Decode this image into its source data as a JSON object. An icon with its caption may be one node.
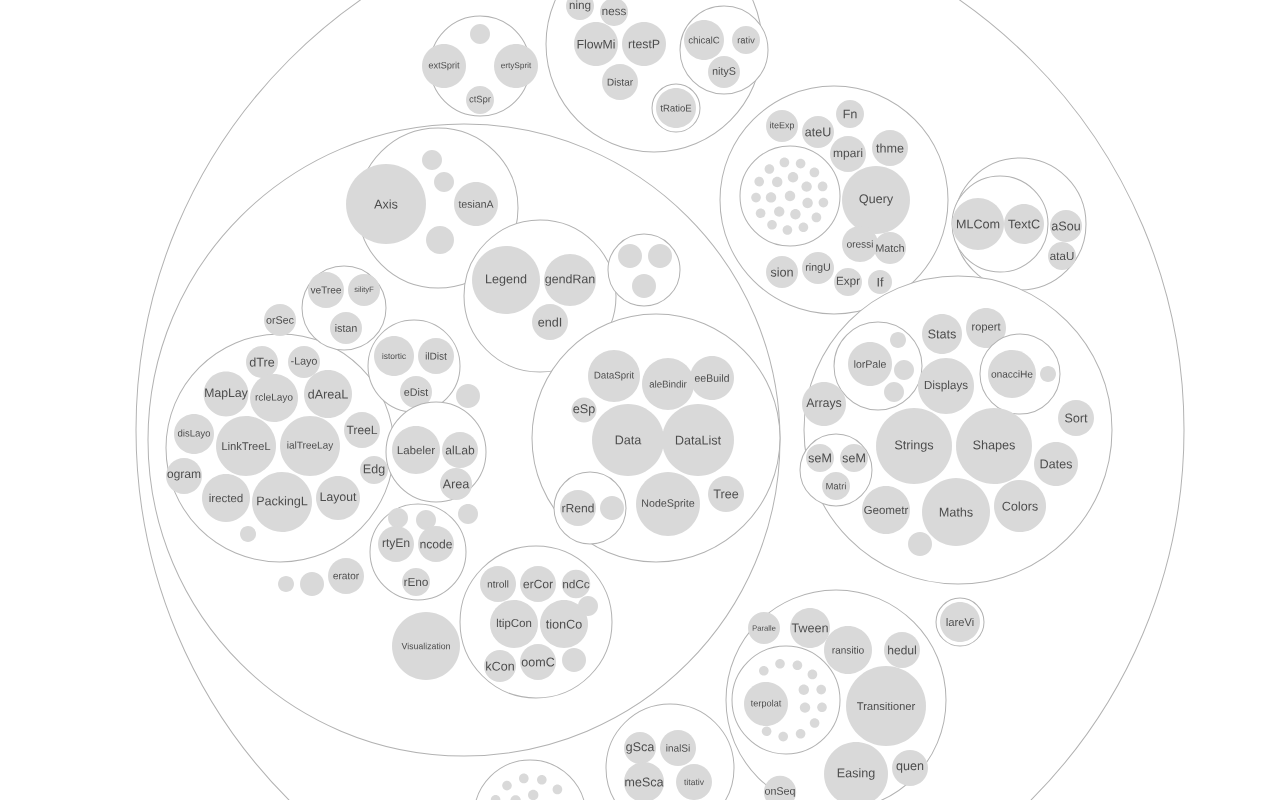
{
  "diagram": {
    "nodes": [
      {
        "text": [],
        "shape": "circle"
      },
      {
        "text": [],
        "shape": "circle",
        "in": 0
      },
      {
        "text": [],
        "shape": "circle",
        "in": 1
      },
      {
        "text": [
          "Axis"
        ],
        "in": 2
      },
      {
        "text": [
          "tesianA"
        ],
        "in": 2
      },
      {
        "text": [],
        "shape": "circle",
        "in": 2
      },
      {
        "text": [],
        "shape": "circle",
        "in": 2
      },
      {
        "text": [],
        "shape": "circle",
        "in": 2
      },
      {
        "text": [],
        "shape": "circle",
        "in": 1
      },
      {
        "text": [
          "Legend"
        ],
        "in": 8
      },
      {
        "text": [
          "gendRan"
        ],
        "in": 8
      },
      {
        "text": [
          "endI"
        ],
        "in": 8
      },
      {
        "text": [],
        "shape": "circle",
        "in": 1
      },
      {
        "text": [],
        "shape": "circle",
        "in": 12
      },
      {
        "text": [],
        "shape": "circle",
        "in": 12
      },
      {
        "text": [],
        "shape": "circle",
        "in": 12
      },
      {
        "text": [],
        "shape": "circle",
        "in": 1
      },
      {
        "text": [
          "dTre"
        ],
        "in": 16
      },
      {
        "text": [
          "-Layo"
        ],
        "in": 16
      },
      {
        "text": [
          "MapLay"
        ],
        "in": 16
      },
      {
        "text": [
          "rcleLayo"
        ],
        "in": 16
      },
      {
        "text": [
          "dAreaL"
        ],
        "in": 16
      },
      {
        "text": [
          "disLayo"
        ],
        "in": 16
      },
      {
        "text": [
          "LinkTreeL"
        ],
        "in": 16
      },
      {
        "text": [
          "ialTreeLay"
        ],
        "in": 16
      },
      {
        "text": [
          "TreeL"
        ],
        "in": 16
      },
      {
        "text": [
          "ogram"
        ],
        "in": 16
      },
      {
        "text": [
          "irected"
        ],
        "in": 16
      },
      {
        "text": [
          "PackingL"
        ],
        "in": 16
      },
      {
        "text": [
          "Layout"
        ],
        "in": 16
      },
      {
        "text": [
          "Edg"
        ],
        "in": 16
      },
      {
        "text": [],
        "shape": "circle",
        "in": 16
      },
      {
        "text": [
          "orSec"
        ],
        "in": 1
      },
      {
        "text": [],
        "shape": "circle",
        "in": 1
      },
      {
        "text": [
          "veTree"
        ],
        "in": 33
      },
      {
        "text": [
          "silityF"
        ],
        "in": 33
      },
      {
        "text": [
          "istan"
        ],
        "in": 33
      },
      {
        "text": [],
        "shape": "circle",
        "in": 1
      },
      {
        "text": [
          "istortic"
        ],
        "in": 37
      },
      {
        "text": [
          "ilDist"
        ],
        "in": 37
      },
      {
        "text": [
          "eDist"
        ],
        "in": 37
      },
      {
        "text": [],
        "shape": "circle",
        "in": 1
      },
      {
        "text": [],
        "shape": "circle",
        "in": 1
      },
      {
        "text": [
          "Labeler"
        ],
        "in": 42
      },
      {
        "text": [
          "alLab"
        ],
        "in": 42
      },
      {
        "text": [
          "Area"
        ],
        "in": 42
      },
      {
        "text": [],
        "shape": "circle",
        "in": 1
      },
      {
        "text": [],
        "shape": "circle",
        "in": 1
      },
      {
        "text": [],
        "shape": "circle",
        "in": 47
      },
      {
        "text": [],
        "shape": "circle",
        "in": 47
      },
      {
        "text": [
          "rtyEn"
        ],
        "in": 47
      },
      {
        "text": [
          "ncode"
        ],
        "in": 47
      },
      {
        "text": [
          "rEno"
        ],
        "in": 47
      },
      {
        "text": [
          "erator"
        ],
        "in": 1
      },
      {
        "text": [],
        "shape": "circle",
        "in": 1
      },
      {
        "text": [],
        "shape": "circle",
        "in": 1
      },
      {
        "text": [],
        "shape": "circle",
        "in": 1
      },
      {
        "text": [
          "DataSprit"
        ],
        "in": 56
      },
      {
        "text": [
          "aleBindir"
        ],
        "in": 56
      },
      {
        "text": [
          "eeBuild"
        ],
        "in": 56
      },
      {
        "text": [
          "eSp"
        ],
        "in": 56
      },
      {
        "text": [
          "Data"
        ],
        "in": 56
      },
      {
        "text": [
          "DataList"
        ],
        "in": 56
      },
      {
        "text": [],
        "shape": "circle",
        "in": 56
      },
      {
        "text": [
          "rRend"
        ],
        "in": 63
      },
      {
        "text": [],
        "shape": "circle",
        "in": 63
      },
      {
        "text": [
          "NodeSprite"
        ],
        "in": 56
      },
      {
        "text": [
          "Tree"
        ],
        "in": 56
      },
      {
        "text": [],
        "shape": "circle",
        "in": 1
      },
      {
        "text": [
          "ntroll"
        ],
        "in": 68
      },
      {
        "text": [
          "erCor"
        ],
        "in": 68
      },
      {
        "text": [
          "ndCc"
        ],
        "in": 68
      },
      {
        "text": [
          "ltipCon"
        ],
        "in": 68
      },
      {
        "text": [
          "tionCo"
        ],
        "in": 68
      },
      {
        "text": [
          "kCon"
        ],
        "in": 68
      },
      {
        "text": [
          "oomC"
        ],
        "in": 68
      },
      {
        "text": [],
        "shape": "circle",
        "in": 68
      },
      {
        "text": [],
        "shape": "circle",
        "in": 68
      },
      {
        "text": [
          "Visualization"
        ],
        "in": 1
      },
      {
        "text": [],
        "shape": "circle",
        "in": 0
      },
      {
        "text": [
          "extSprit"
        ],
        "in": 79
      },
      {
        "text": [
          "ertySprit"
        ],
        "in": 79
      },
      {
        "text": [
          "ctSpr"
        ],
        "in": 79
      },
      {
        "text": [],
        "shape": "circle",
        "in": 79
      },
      {
        "text": [],
        "shape": "circle",
        "in": 0
      },
      {
        "text": [
          "ning"
        ],
        "in": 84
      },
      {
        "text": [
          "ness"
        ],
        "in": 84
      },
      {
        "text": [
          "FlowMi"
        ],
        "in": 84
      },
      {
        "text": [
          "rtestP"
        ],
        "in": 84
      },
      {
        "text": [
          "Distar"
        ],
        "in": 84
      },
      {
        "text": [],
        "shape": "circle",
        "in": 84
      },
      {
        "text": [
          "chicalC"
        ],
        "in": 90
      },
      {
        "text": [
          "rativ"
        ],
        "in": 90
      },
      {
        "text": [
          "nityS"
        ],
        "in": 90
      },
      {
        "text": [],
        "shape": "circle",
        "in": 84
      },
      {
        "text": [
          "tRatioE"
        ],
        "in": 94
      },
      {
        "text": [],
        "shape": "circle",
        "in": 0
      },
      {
        "text": [],
        "shape": "circle",
        "in": 96
      },
      {
        "text": [
          "Query"
        ],
        "in": 96
      },
      {
        "text": [
          "iteExp"
        ],
        "in": 96
      },
      {
        "text": [
          "ateU"
        ],
        "in": 96
      },
      {
        "text": [
          "Fn"
        ],
        "in": 96
      },
      {
        "text": [
          "mpari"
        ],
        "in": 96
      },
      {
        "text": [
          "thme"
        ],
        "in": 96
      },
      {
        "text": [
          "oressi"
        ],
        "in": 96
      },
      {
        "text": [
          "Match"
        ],
        "in": 96
      },
      {
        "text": [
          "sion"
        ],
        "in": 96
      },
      {
        "text": [
          "ringU"
        ],
        "in": 96
      },
      {
        "text": [
          "Expr"
        ],
        "in": 96
      },
      {
        "text": [
          "If"
        ],
        "in": 96
      },
      {
        "text": [],
        "shape": "circle",
        "in": 0
      },
      {
        "text": [],
        "shape": "circle",
        "in": 110
      },
      {
        "text": [
          "MLCom"
        ],
        "in": 111
      },
      {
        "text": [
          "TextC"
        ],
        "in": 111
      },
      {
        "text": [
          "aSou"
        ],
        "in": 110
      },
      {
        "text": [
          "ataU"
        ],
        "in": 110
      },
      {
        "text": [],
        "shape": "circle",
        "in": 0
      },
      {
        "text": [
          "Stats"
        ],
        "in": 116
      },
      {
        "text": [
          "ropert"
        ],
        "in": 116
      },
      {
        "text": [],
        "shape": "circle",
        "in": 116
      },
      {
        "text": [
          "lorPale"
        ],
        "in": 119
      },
      {
        "text": [],
        "shape": "circle",
        "in": 119
      },
      {
        "text": [],
        "shape": "circle",
        "in": 119
      },
      {
        "text": [],
        "shape": "circle",
        "in": 119
      },
      {
        "text": [
          "Displays"
        ],
        "in": 116
      },
      {
        "text": [],
        "shape": "circle",
        "in": 116
      },
      {
        "text": [
          "onacciHe"
        ],
        "in": 125
      },
      {
        "text": [],
        "shape": "circle",
        "in": 125
      },
      {
        "text": [
          "Arrays"
        ],
        "in": 116
      },
      {
        "text": [
          "Sort"
        ],
        "in": 116
      },
      {
        "text": [],
        "shape": "circle",
        "in": 116
      },
      {
        "text": [
          "seM"
        ],
        "in": 130
      },
      {
        "text": [
          "seM"
        ],
        "in": 130
      },
      {
        "text": [
          "Matri"
        ],
        "in": 130
      },
      {
        "text": [
          "Strings"
        ],
        "in": 116
      },
      {
        "text": [
          "Shapes"
        ],
        "in": 116
      },
      {
        "text": [
          "Dates"
        ],
        "in": 116
      },
      {
        "text": [
          "Geometr"
        ],
        "in": 116
      },
      {
        "text": [
          "Maths"
        ],
        "in": 116
      },
      {
        "text": [
          "Colors"
        ],
        "in": 116
      },
      {
        "text": [],
        "shape": "circle",
        "in": 116
      },
      {
        "text": [],
        "shape": "circle",
        "in": 0
      },
      {
        "text": [
          "Paralle"
        ],
        "in": 141
      },
      {
        "text": [
          "Tween"
        ],
        "in": 141
      },
      {
        "text": [
          "ransitio"
        ],
        "in": 141
      },
      {
        "text": [
          "hedul"
        ],
        "in": 141
      },
      {
        "text": [],
        "shape": "circle",
        "in": 141
      },
      {
        "text": [
          "terpolat"
        ],
        "in": 146
      },
      {
        "text": [
          "Transitioner"
        ],
        "in": 141
      },
      {
        "text": [
          "quen"
        ],
        "in": 141
      },
      {
        "text": [
          "Easing"
        ],
        "in": 141
      },
      {
        "text": [
          "onSeq"
        ],
        "in": 141
      },
      {
        "text": [],
        "shape": "circle",
        "in": 0
      },
      {
        "text": [
          "lareVi"
        ],
        "in": 152
      },
      {
        "text": [],
        "shape": "circle",
        "in": 0
      },
      {
        "text": [
          "gSca"
        ],
        "in": 154
      },
      {
        "text": [
          "inalSi"
        ],
        "in": 154
      },
      {
        "text": [
          "meSca"
        ],
        "in": 154
      },
      {
        "text": [
          "titativ"
        ],
        "in": 154
      },
      {
        "text": [],
        "shape": "circle",
        "in": 0
      }
    ]
  }
}
